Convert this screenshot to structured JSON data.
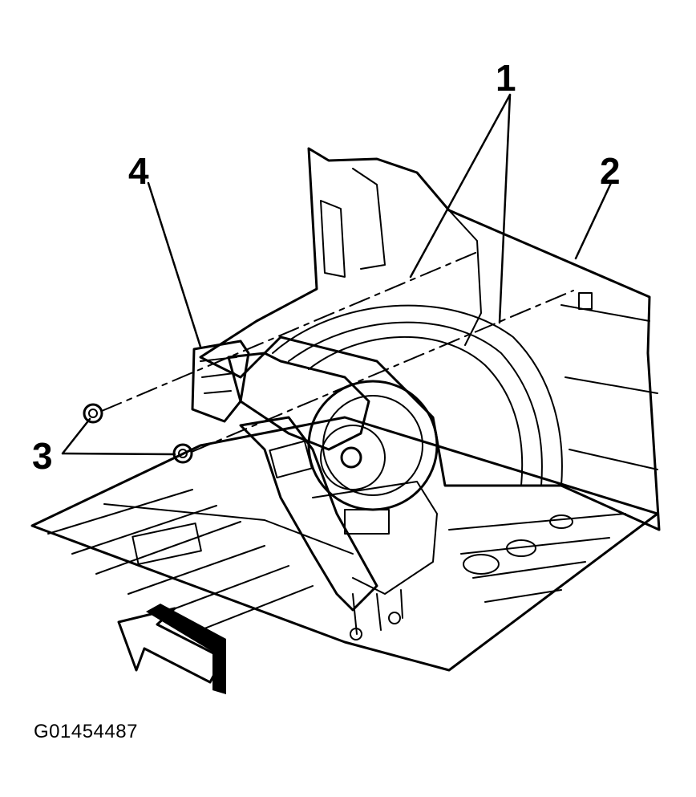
{
  "callouts": [
    {
      "id": "1",
      "label": "1"
    },
    {
      "id": "2",
      "label": "2"
    },
    {
      "id": "3",
      "label": "3"
    },
    {
      "id": "4",
      "label": "4"
    }
  ],
  "figure_id": "G01454487",
  "direction_arrow": {
    "icon": "front-direction-arrow-icon"
  },
  "colors": {
    "ink": "#000000",
    "paper": "#ffffff"
  }
}
